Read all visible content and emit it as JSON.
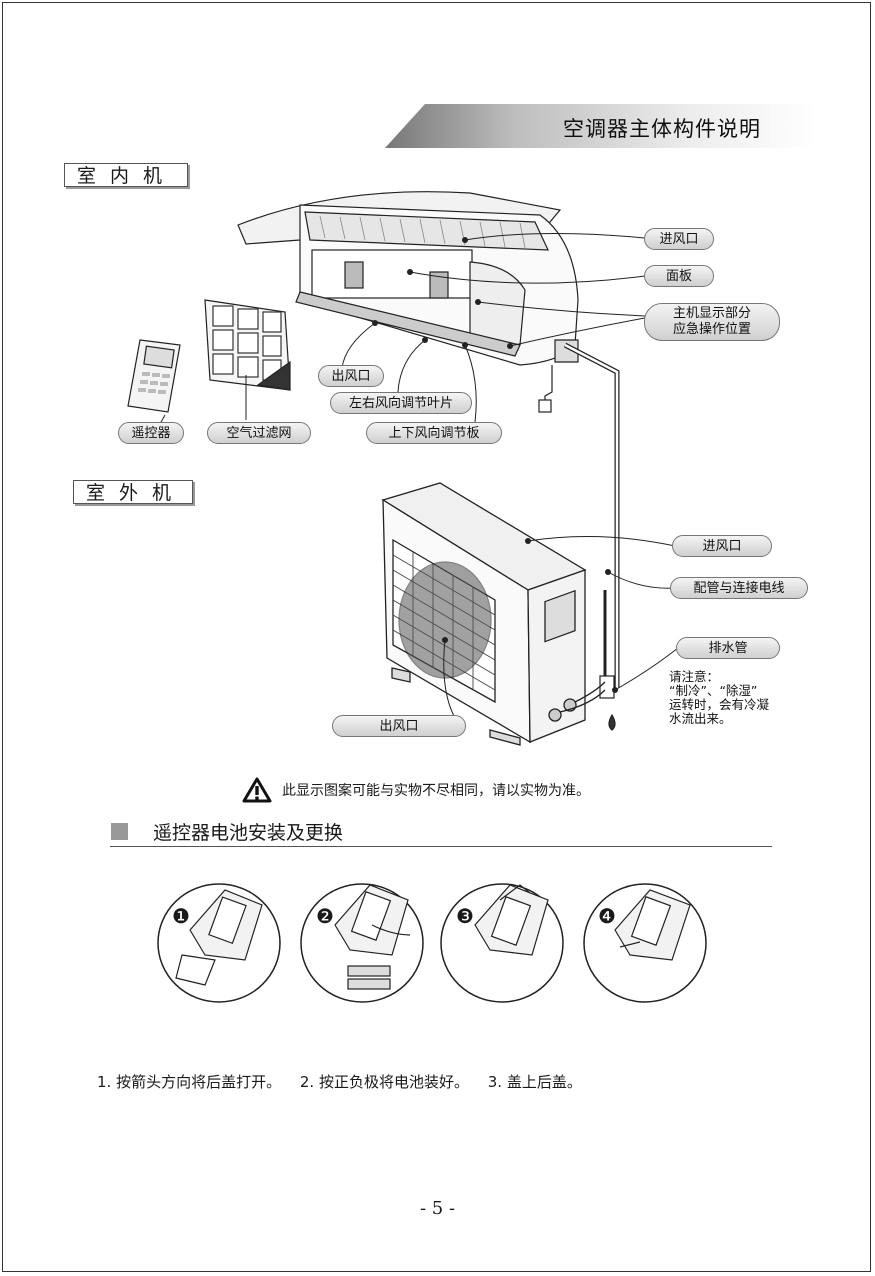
{
  "page": {
    "title": "空调器主体构件说明",
    "page_number": "- 5 -"
  },
  "indoor": {
    "section_label": "室内机",
    "labels": {
      "air_inlet": "进风口",
      "panel": "面板",
      "display_line1": "主机显示部分",
      "display_line2": "应急操作位置",
      "air_outlet": "出风口",
      "lr_louver": "左右风向调节叶片",
      "remote": "遥控器",
      "filter": "空气过滤网",
      "ud_flap": "上下风向调节板"
    }
  },
  "outdoor": {
    "section_label": "室外机",
    "labels": {
      "air_inlet": "进风口",
      "piping": "配管与连接电线",
      "drain": "排水管",
      "air_outlet": "出风口"
    },
    "note": {
      "line1": "请注意：",
      "line2": "“制冷”、“除湿”",
      "line3": "运转时，会有冷凝",
      "line4": "水流出来。"
    }
  },
  "warning": {
    "text": "此显示图案可能与实物不尽相同，请以实物为准。",
    "icon": "warning-triangle-icon"
  },
  "battery": {
    "section_title": "遥控器电池安装及更换",
    "step_markers": [
      "❶",
      "❷",
      "❸",
      "❹"
    ],
    "steps": [
      "1. 按箭头方向将后盖打开。",
      "2. 按正负极将电池装好。",
      "3. 盖上后盖。"
    ]
  }
}
